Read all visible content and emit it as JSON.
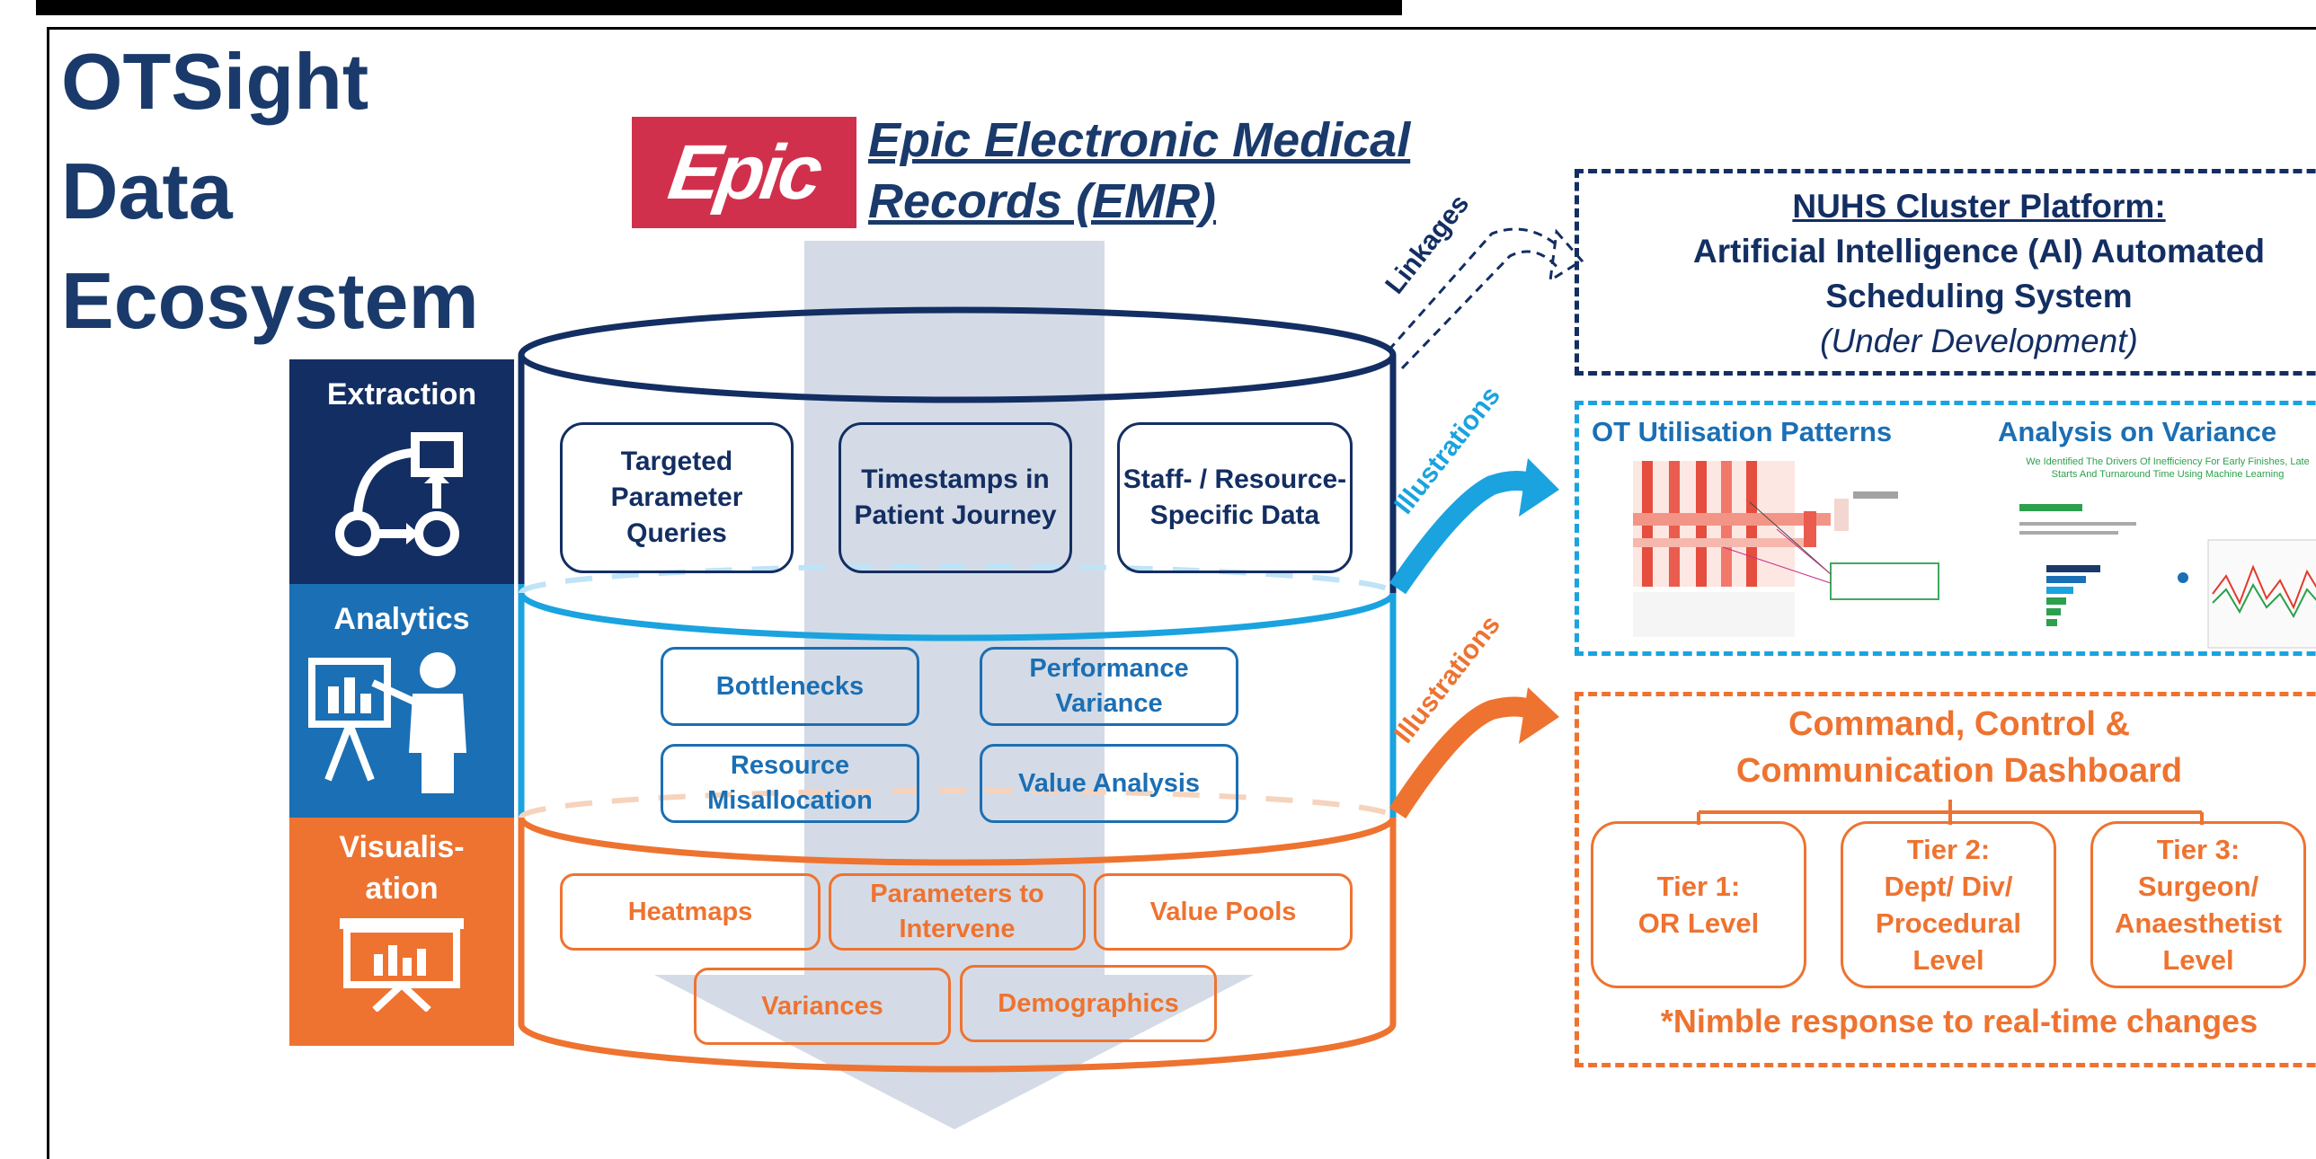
{
  "title": {
    "line1": "OTSight",
    "line2": "Data",
    "line3": "Ecosystem"
  },
  "emr": {
    "logo_text": "Epic",
    "title_line1": "Epic Electronic Medical",
    "title_line2": "Records (EMR)"
  },
  "layers": {
    "extraction": {
      "label": "Extraction",
      "items": [
        "Targeted Parameter Queries",
        "Timestamps in Patient Journey",
        "Staff- / Resource- Specific Data"
      ]
    },
    "analytics": {
      "label": "Analytics",
      "items": [
        "Bottlenecks",
        "Performance Variance",
        "Resource Misallocation",
        "Value Analysis"
      ]
    },
    "visualisation": {
      "label_line1": "Visualis-",
      "label_line2": "ation",
      "items": [
        "Heatmaps",
        "Parameters to Intervene",
        "Value Pools",
        "Variances",
        "Demographics"
      ]
    }
  },
  "connectors": {
    "linkages": "Linkages",
    "illustrations_blue": "Illustrations",
    "illustrations_orange": "Illustrations"
  },
  "nuhs": {
    "heading": "NUHS Cluster Platform:",
    "line2": "Artificial Intelligence (AI) Automated",
    "line3": "Scheduling System",
    "line4": "(Under Development)"
  },
  "illustrations": {
    "left_heading": "OT Utilisation Patterns",
    "right_heading": "Analysis on Variance",
    "right_subheading": "We Identified The Drivers Of Inefficiency For Early Finishes, Late Starts And Turnaround Time Using Machine Learning"
  },
  "dashboard": {
    "title_line1": "Command, Control &",
    "title_line2": "Communication Dashboard",
    "tiers": [
      {
        "line1": "Tier 1:",
        "line2": "OR Level"
      },
      {
        "line1": "Tier 2:",
        "line2": "Dept/ Div/",
        "line3": "Procedural",
        "line4": "Level"
      },
      {
        "line1": "Tier 3:",
        "line2": "Surgeon/",
        "line3": "Anaesthetist",
        "line4": "Level"
      }
    ],
    "footnote": "*Nimble response to real-time changes"
  },
  "colors": {
    "navy": "#132e62",
    "blue": "#1b6fb4",
    "light_blue": "#1aa3df",
    "orange": "#ee7330",
    "epic_red": "#d1304d"
  }
}
